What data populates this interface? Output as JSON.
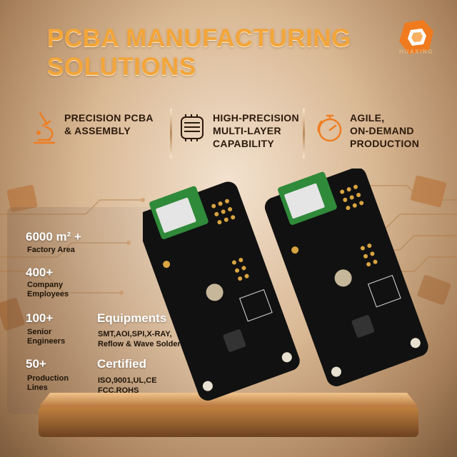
{
  "header": {
    "title": "PCBA MANUFACTURING SOLUTIONS",
    "logo_text": "HUAXING"
  },
  "features": [
    {
      "label": "PRECISION PCBA\n& ASSEMBLY",
      "icon": "microscope-icon"
    },
    {
      "label": "HIGH-PRECISION\nMULTI-LAYER\nCAPABILITY",
      "icon": "layered-chip-icon"
    },
    {
      "label": "AGILE,\nON-DEMAND\nPRODUCTION",
      "icon": "stopwatch-icon"
    }
  ],
  "stats": [
    {
      "number": "6000 m² +",
      "label": "Factory Area"
    },
    {
      "number": "400+",
      "label": "Company\nEmployees"
    },
    {
      "number": "100+",
      "label": "Senior\nEngineers"
    },
    {
      "number": "50+",
      "label": "Production\nLines"
    }
  ],
  "sections": [
    {
      "heading": "Equipments",
      "body": "SMT,AOI,SPI,X-RAY,\nReflow & Wave Soldering"
    },
    {
      "heading": "Certified",
      "body": "ISO,9001,UL,CE\nFCC,ROHS"
    }
  ],
  "colors": {
    "title": "#f2a53a",
    "accent": "#ef7d22",
    "board": "#111111",
    "gold": "#d9a441"
  }
}
